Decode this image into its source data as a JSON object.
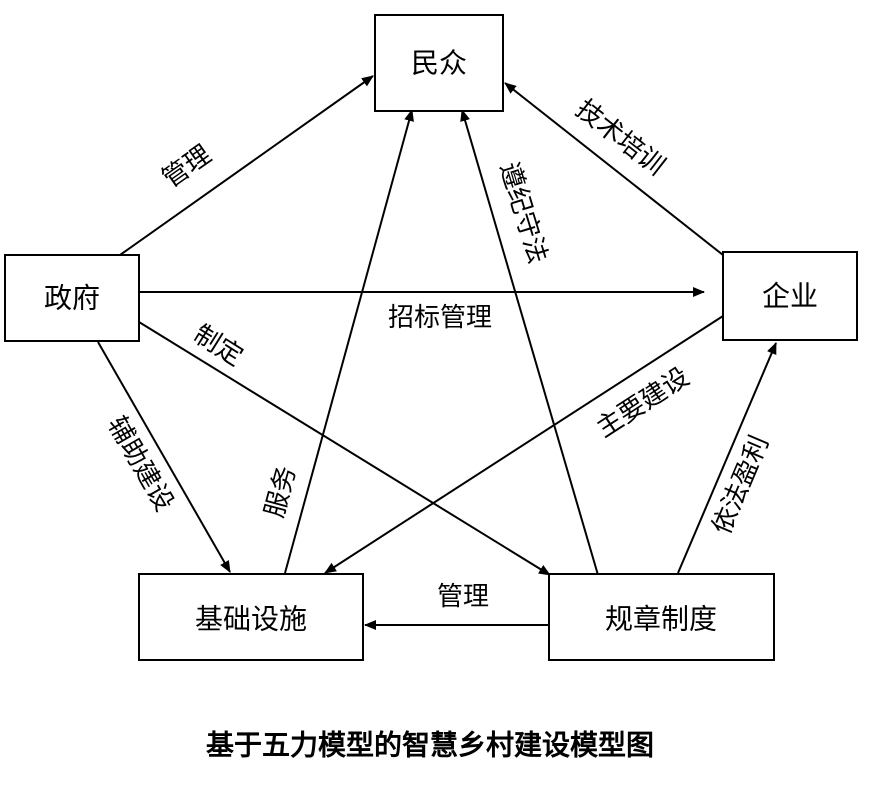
{
  "diagram": {
    "nodes": {
      "people": "民众",
      "government": "政府",
      "enterprise": "企业",
      "infrastructure": "基础设施",
      "regulations": "规章制度"
    },
    "edges": {
      "gov_to_people": "管理",
      "enterprise_to_people": "技术培训",
      "regulations_to_people": "遵纪守法",
      "gov_to_enterprise": "招标管理",
      "gov_to_regulations": "制定",
      "gov_to_infrastructure": "辅助建设",
      "infrastructure_to_people": "服务",
      "enterprise_to_infrastructure": "主要建设",
      "regulations_to_enterprise": "依法盈利",
      "regulations_to_infrastructure": "管理"
    },
    "caption": "基于五力模型的智慧乡村建设模型图"
  }
}
